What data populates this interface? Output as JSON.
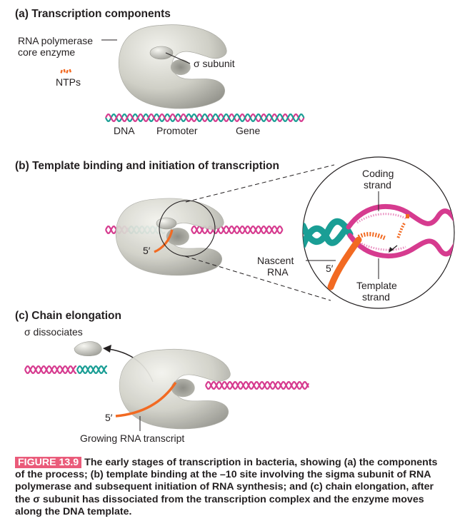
{
  "panel_a": {
    "heading": "(a) Transcription components",
    "label_rna_polymerase_line1": "RNA polymerase",
    "label_rna_polymerase_line2": "core enzyme",
    "label_sigma_subunit": "σ subunit",
    "label_ntps": "NTPs",
    "label_dna": "DNA",
    "label_promoter": "Promoter",
    "label_gene": "Gene"
  },
  "panel_b": {
    "heading": "(b) Template binding and initiation of transcription",
    "label_five_prime_left": "5′",
    "label_nascent_line1": "Nascent",
    "label_nascent_line2": "RNA",
    "label_five_prime_inset": "5′",
    "label_coding_line1": "Coding",
    "label_coding_line2": "strand",
    "label_template_line1": "Template",
    "label_template_line2": "strand"
  },
  "panel_c": {
    "heading": "(c) Chain elongation",
    "label_sigma_dissociates": "σ dissociates",
    "label_five_prime": "5′",
    "label_growing_rna": "Growing RNA transcript"
  },
  "caption": {
    "figure_tag": "FIGURE 13.9",
    "text": "The early stages of transcription in bacteria, showing (a) the components of the process; (b) template binding at the –10 site involving the sigma subunit of RNA polymerase and subsequent initiation of RNA synthesis; and (c) chain elongation, after the σ subunit has dissociated from the transcription complex and the enzyme moves along the DNA template."
  },
  "colors": {
    "dna_teal": "#1a9e95",
    "dna_pink": "#d63b8f",
    "rna_orange": "#f26a22",
    "enzyme_gray": "#c9c9c0",
    "figure_tag_bg": "#ea5b7a"
  }
}
